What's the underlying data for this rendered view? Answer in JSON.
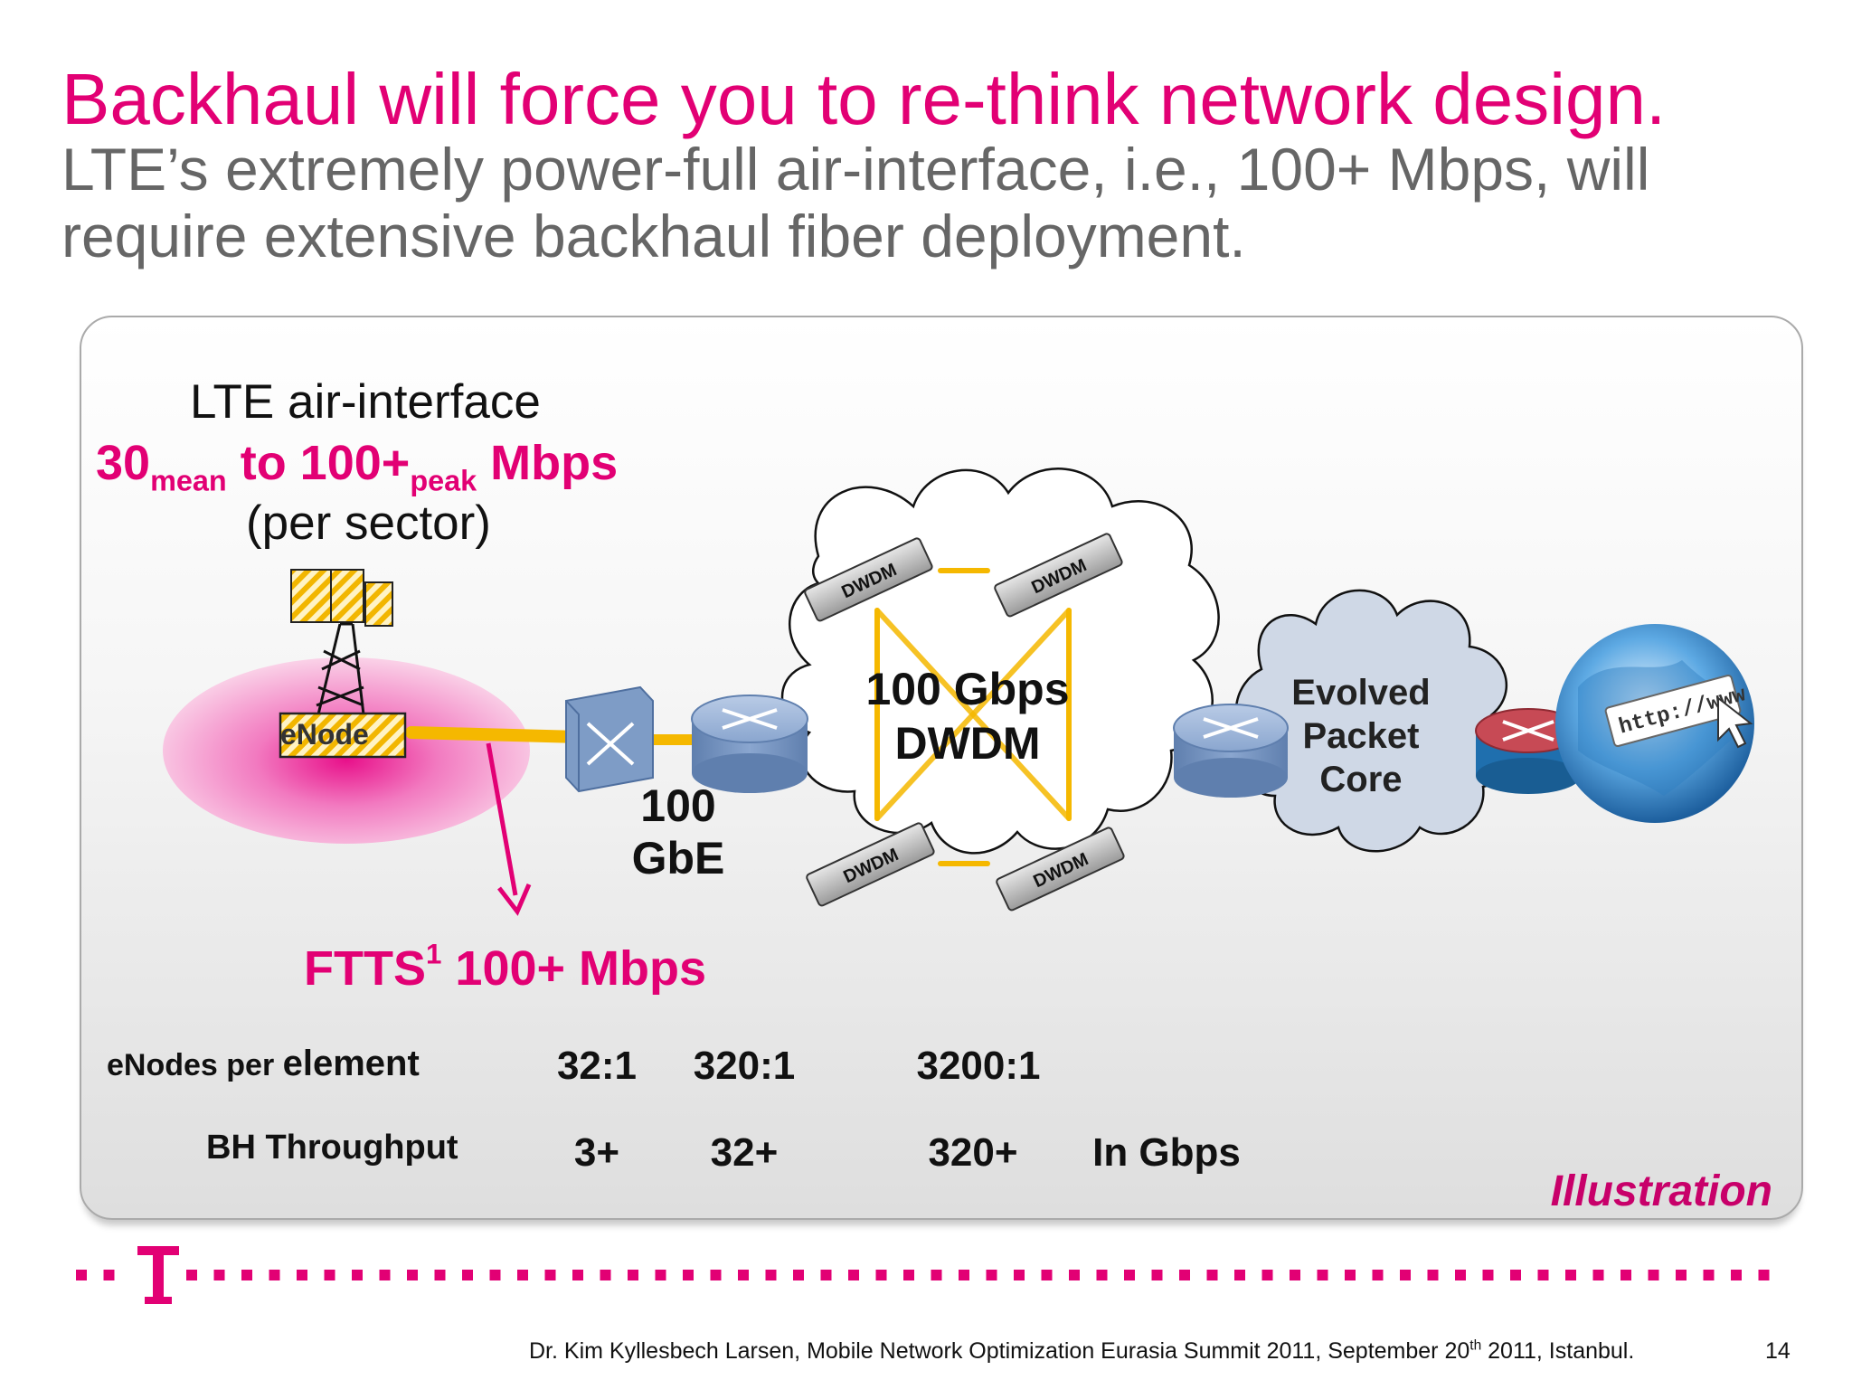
{
  "slide": {
    "title": "Backhaul will force you to re-think network design.",
    "subtitle": "LTE’s extremely power-full air-interface, i.e., 100+ Mbps, will require extensive backhaul fiber deployment."
  },
  "diagram": {
    "lte_heading": "LTE air-interface",
    "rate": {
      "mean_value": "30",
      "mean_sub": "mean",
      "to": " to 100+",
      "peak_sub": "peak",
      "unit": " Mbps"
    },
    "per_sector": "(per sector)",
    "enode_label": "eNode",
    "gbe_line1": "100",
    "gbe_line2": "GbE",
    "dwdm_line1": "100 Gbps",
    "dwdm_line2": "DWDM",
    "dwdm_node_text": "DWDM",
    "epc_line1": "Evolved",
    "epc_line2": "Packet",
    "epc_line3": "Core",
    "http_text": "http://www",
    "ftts_main": "FTTS",
    "ftts_sup": "1",
    "ftts_rate": " 100+ Mbps",
    "illustration": "Illustration"
  },
  "table": {
    "row1_label_a": "eNodes per ",
    "row1_label_b": "element",
    "row1_values": [
      "32:1",
      "320:1",
      "3200:1"
    ],
    "row2_label": "BH Throughput",
    "row2_values": [
      "3+",
      "32+",
      "320+"
    ],
    "unit": "In Gbps"
  },
  "footer": {
    "text_a": "Dr. Kim Kyllesbech Larsen, Mobile Network Optimization Eurasia Summit 2011, September 20",
    "sup": "th",
    "text_b": " 2011, Istanbul.",
    "page": "14"
  },
  "brand": {
    "magenta": "#e20074",
    "fiber": "#f5b800",
    "router": "#7e9cc6",
    "cloud_fill": "#cfd8e6",
    "logo": "t-logo-icon"
  }
}
